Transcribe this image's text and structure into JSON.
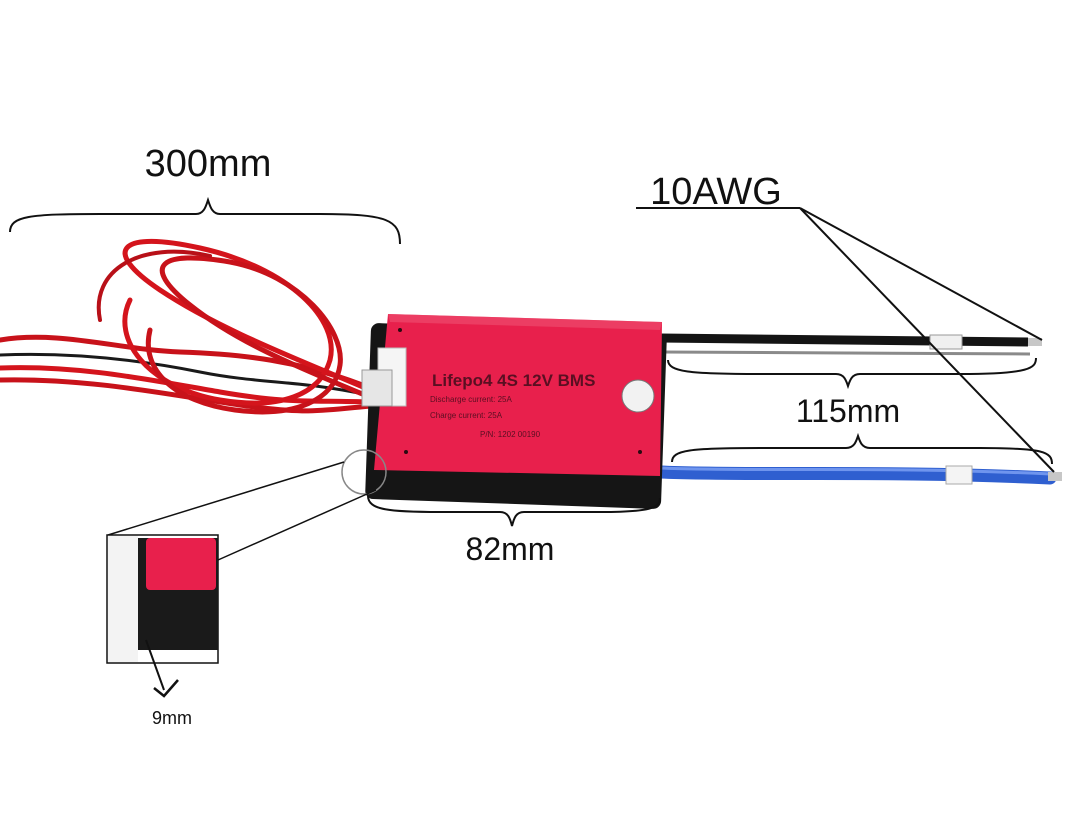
{
  "dimensions": {
    "lead_length": "300mm",
    "wire_gauge": "10AWG",
    "wire_length": "115mm",
    "board_length": "82mm",
    "board_thickness": "9mm"
  },
  "board": {
    "title": "Lifepo4 4S 12V BMS",
    "discharge_line": "Discharge current: 25A",
    "charge_line": "Charge current: 25A",
    "pn_line": "P/N: 1202 00190"
  },
  "colors": {
    "board_red": "#e8204c",
    "case_black": "#1a1a1a",
    "lead_red": "#d4141c",
    "wire_blue": "#2f5fd0",
    "wire_black": "#141414"
  }
}
